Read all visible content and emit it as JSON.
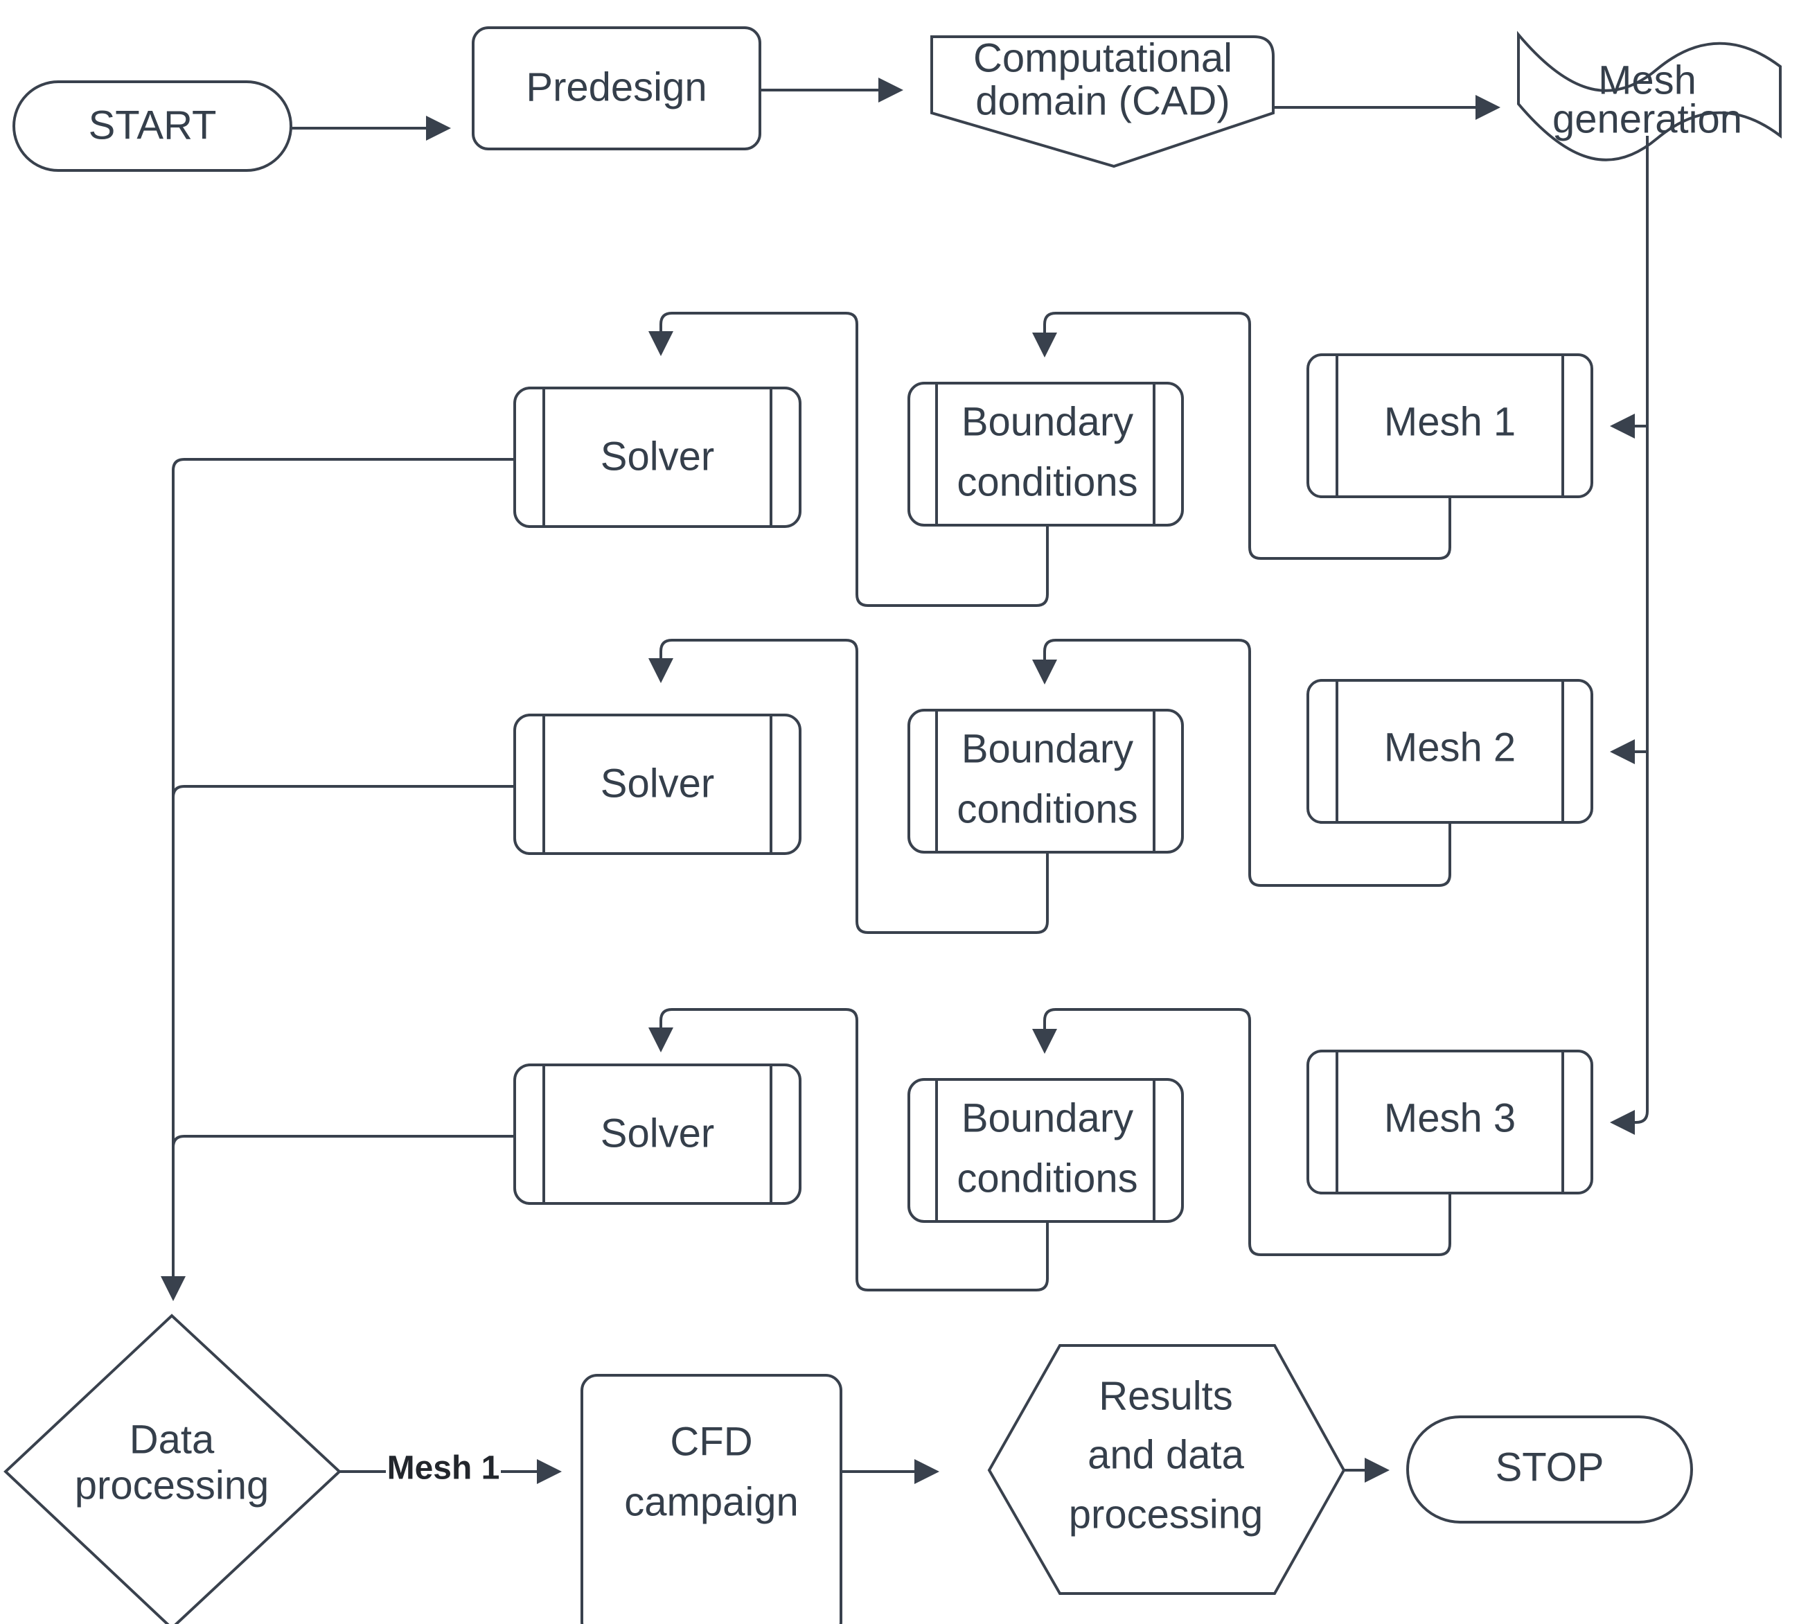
{
  "diagram": {
    "title": "CFD workflow flowchart",
    "colors": {
      "stroke": "#39414d",
      "text": "#353f4b",
      "background": "#ffffff",
      "edge_label": "#22262c"
    },
    "nodes": {
      "start": {
        "label": "START",
        "shape": "terminator"
      },
      "predesign": {
        "label": "Predesign",
        "shape": "process"
      },
      "cad": {
        "line1": "Computational",
        "line2": "domain (CAD)",
        "shape": "shield-pentagon"
      },
      "mesh_generation": {
        "line1": "Mesh",
        "line2": "generation",
        "shape": "wave-document"
      },
      "mesh1": {
        "label": "Mesh 1",
        "shape": "predefined-process"
      },
      "mesh2": {
        "label": "Mesh 2",
        "shape": "predefined-process"
      },
      "mesh3": {
        "label": "Mesh 3",
        "shape": "predefined-process"
      },
      "bc1": {
        "line1": "Boundary",
        "line2": "conditions",
        "shape": "predefined-process"
      },
      "bc2": {
        "line1": "Boundary",
        "line2": "conditions",
        "shape": "predefined-process"
      },
      "bc3": {
        "line1": "Boundary",
        "line2": "conditions",
        "shape": "predefined-process"
      },
      "solver1": {
        "label": "Solver",
        "shape": "predefined-process"
      },
      "solver2": {
        "label": "Solver",
        "shape": "predefined-process"
      },
      "solver3": {
        "label": "Solver",
        "shape": "predefined-process"
      },
      "data_processing": {
        "line1": "Data",
        "line2": "processing",
        "shape": "decision-diamond"
      },
      "cfd_campaign": {
        "line1": "CFD",
        "line2": "campaign",
        "shape": "process"
      },
      "results": {
        "line1": "Results",
        "line2": "and data",
        "line3": "processing",
        "shape": "hexagon"
      },
      "stop": {
        "label": "STOP",
        "shape": "terminator"
      }
    },
    "edge_labels": {
      "data_to_cfd": "Mesh 1"
    },
    "edges": [
      {
        "from": "start",
        "to": "predesign"
      },
      {
        "from": "predesign",
        "to": "cad"
      },
      {
        "from": "cad",
        "to": "mesh_generation"
      },
      {
        "from": "mesh_generation",
        "to": "mesh1"
      },
      {
        "from": "mesh_generation",
        "to": "mesh2"
      },
      {
        "from": "mesh_generation",
        "to": "mesh3"
      },
      {
        "from": "mesh1",
        "to": "bc1"
      },
      {
        "from": "mesh2",
        "to": "bc2"
      },
      {
        "from": "mesh3",
        "to": "bc3"
      },
      {
        "from": "bc1",
        "to": "solver1"
      },
      {
        "from": "bc2",
        "to": "solver2"
      },
      {
        "from": "bc3",
        "to": "solver3"
      },
      {
        "from": "solver1",
        "to": "data_processing"
      },
      {
        "from": "solver2",
        "to": "data_processing"
      },
      {
        "from": "solver3",
        "to": "data_processing"
      },
      {
        "from": "data_processing",
        "to": "cfd_campaign",
        "label": "Mesh 1"
      },
      {
        "from": "cfd_campaign",
        "to": "results"
      },
      {
        "from": "results",
        "to": "stop"
      }
    ]
  }
}
